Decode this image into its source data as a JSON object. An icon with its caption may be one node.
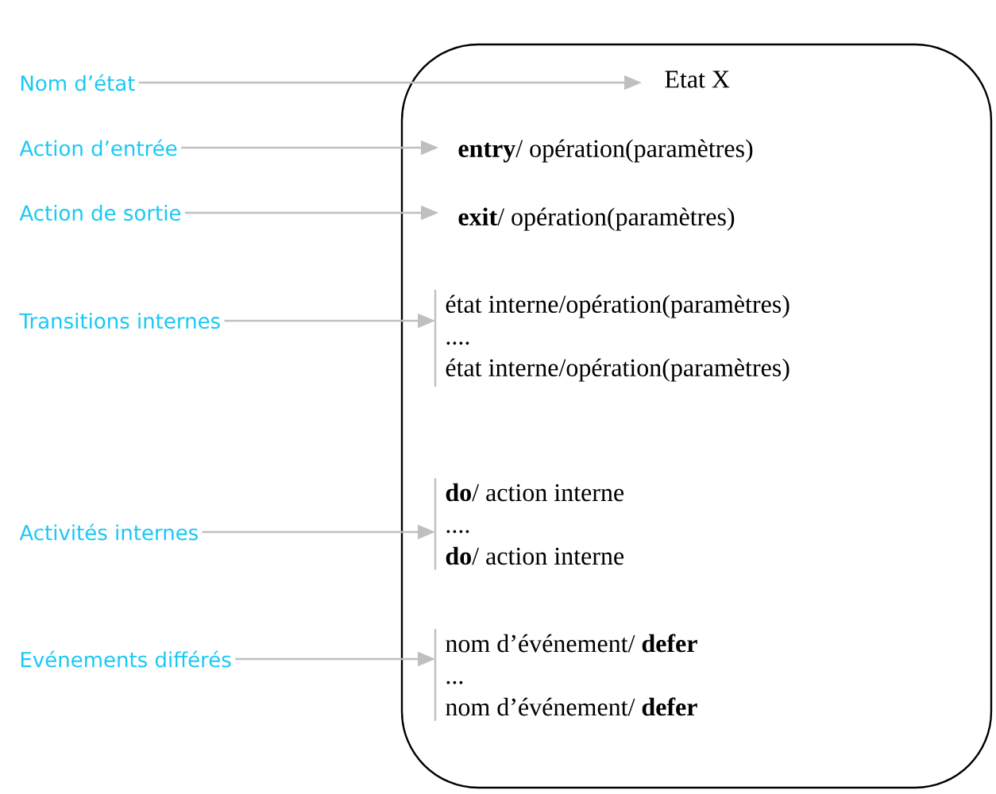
{
  "diagram": {
    "nodes": [
      {
        "text": [],
        "shape": "box"
      },
      {
        "text": [
          "Nom d’état"
        ]
      },
      {
        "text": [
          "Etat X"
        ],
        "in": 0
      },
      {
        "text": [
          "Action d’entrée"
        ]
      },
      {
        "text": [
          "**entry**/ opération(paramètres)"
        ],
        "in": 0
      },
      {
        "text": [
          "Action de sortie"
        ]
      },
      {
        "text": [
          "**exit**/ opération(paramètres)"
        ],
        "in": 0
      },
      {
        "text": [
          "Transitions internes"
        ]
      },
      {
        "text": [
          "état interne/opération(paramètres)",
          "....",
          "état interne/opération(paramètres)"
        ],
        "in": 0
      },
      {
        "text": [
          "Activités internes"
        ]
      },
      {
        "text": [
          "**do**/ action interne",
          "....",
          "**do**/ action interne"
        ],
        "in": 0
      },
      {
        "text": [
          "Evénements différés"
        ]
      },
      {
        "text": [
          "nom d’événement/ **defer**",
          "...",
          "nom d’événement/ **defer**"
        ],
        "in": 0
      }
    ],
    "edges": [
      {
        "from": 1,
        "to": 2,
        "arrow": "to"
      },
      {
        "from": 3,
        "to": 4,
        "arrow": "to"
      },
      {
        "from": 5,
        "to": 6,
        "arrow": "to"
      },
      {
        "from": 7,
        "to": 8,
        "arrow": "to"
      },
      {
        "from": 9,
        "to": 10,
        "arrow": "to"
      },
      {
        "from": 11,
        "to": 12,
        "arrow": "to"
      }
    ]
  }
}
